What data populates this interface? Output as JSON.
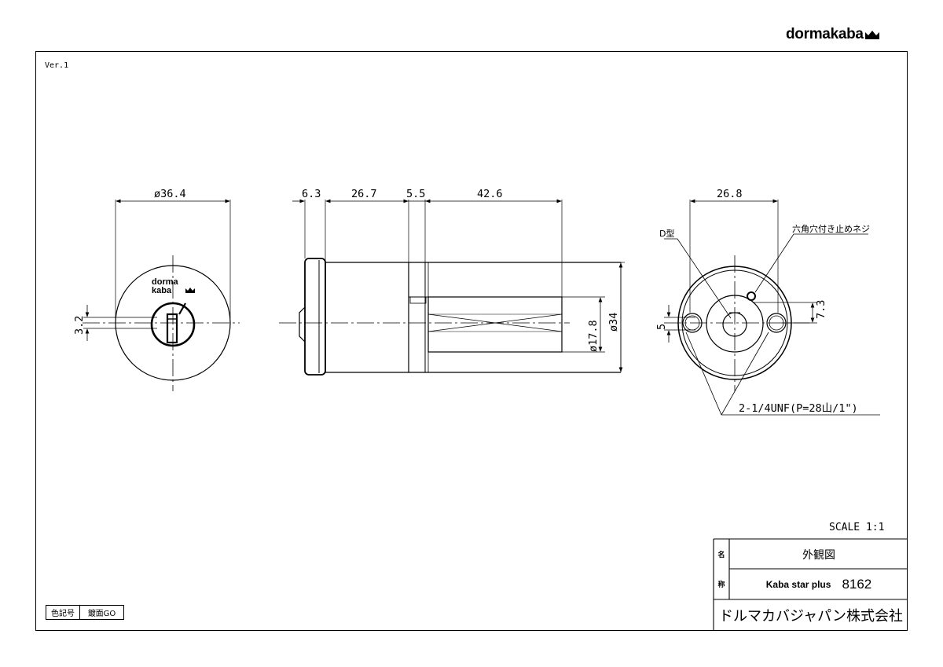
{
  "brand": {
    "name": "dormakaba"
  },
  "version": "Ver.1",
  "front_view": {
    "diameter": "ø36.4",
    "offset": "3.2",
    "logo_line1": "dorma",
    "logo_line2": "kaba"
  },
  "side_view": {
    "dim_a": "6.3",
    "dim_b": "26.7",
    "dim_c": "5.5",
    "dim_d": "42.6",
    "dia_inner": "ø17.8",
    "dia_outer": "ø34"
  },
  "back_view": {
    "width": "26.8",
    "d_type": "D型",
    "set_screw": "六角穴付き止めネジ",
    "dim_5": "5",
    "dim_7_3": "7.3",
    "thread": "2-1/4UNF(P=28山/1\")"
  },
  "scale": "SCALE 1:1",
  "title_block": {
    "name_label_1": "名",
    "name_label_2": "称",
    "drawing_name": "外観図",
    "product": "Kaba star plus",
    "model": "8162",
    "company": "ドルマカバジャパン株式会社"
  },
  "color_code": {
    "label": "色記号",
    "value": "鍍面GO"
  }
}
